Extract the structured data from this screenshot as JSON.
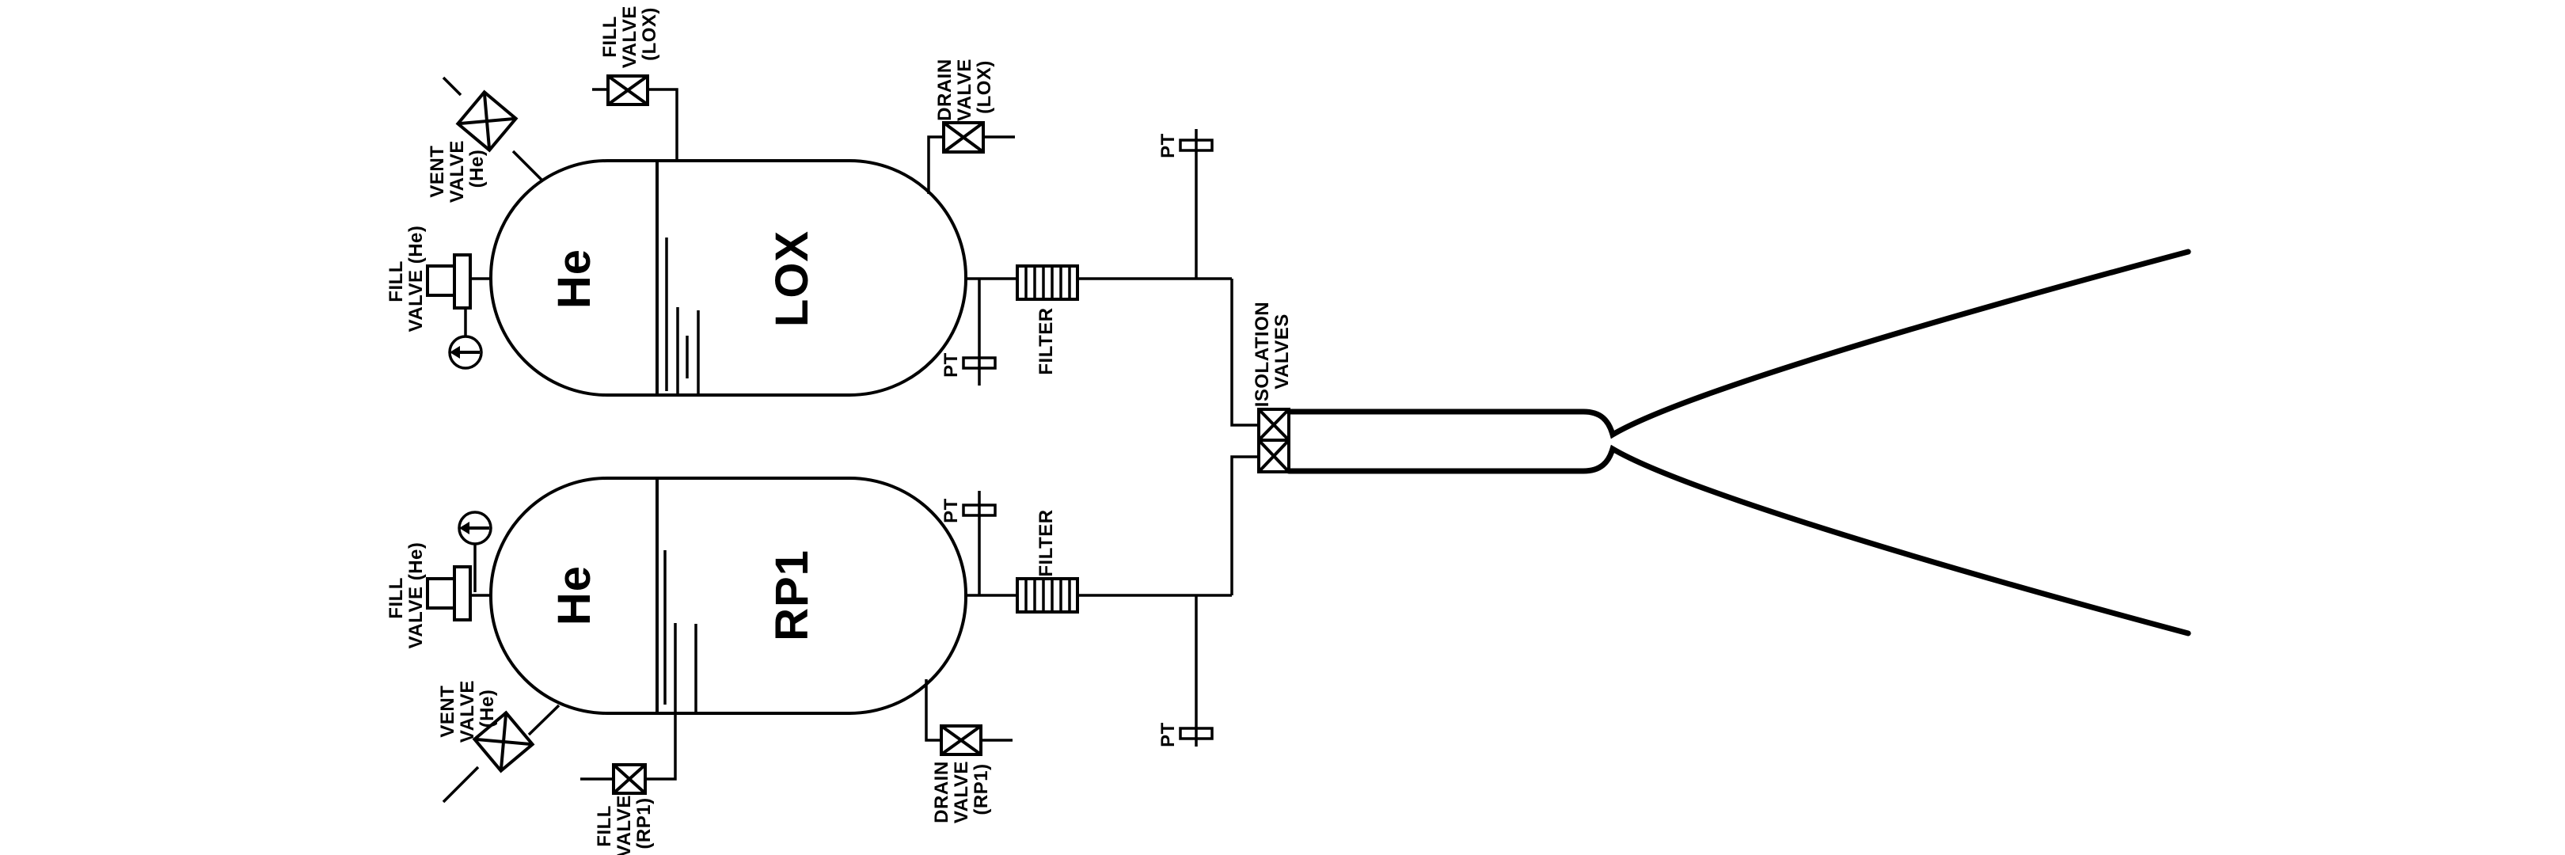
{
  "diagram_type": "propulsion-feed-system-schematic",
  "colors": {
    "line": "#000000",
    "background": "#ffffff"
  },
  "tanks": {
    "lox": {
      "pressurant": "He",
      "propellant": "LOX"
    },
    "rp1": {
      "pressurant": "He",
      "propellant": "RP1"
    }
  },
  "labels": {
    "fill_valve_lox": [
      "FILL",
      "VALVE",
      "(LOX)"
    ],
    "drain_valve_lox": [
      "DRAIN",
      "VALVE",
      "(LOX)"
    ],
    "vent_valve_he_top": [
      "VENT",
      "VALVE",
      "(He)"
    ],
    "fill_valve_he_top": [
      "FILL",
      "VALVE (He)"
    ],
    "pt_lox_tank": "PT",
    "filter_lox": "FILTER",
    "pt_lox_line": "PT",
    "isolation_valves": [
      "ISOLATION",
      "VALVES"
    ],
    "pt_rp1_tank": "PT",
    "filter_rp1": "FILTER",
    "pt_rp1_line": "PT",
    "vent_valve_he_bottom": [
      "VENT",
      "VALVE",
      "(He)"
    ],
    "fill_valve_he_bottom": [
      "FILL",
      "VALVE (He)"
    ],
    "fill_valve_rp1": [
      "FILL",
      "VALVE",
      "(RP1)"
    ],
    "drain_valve_rp1": [
      "DRAIN",
      "VALVE",
      "(RP1)"
    ]
  }
}
